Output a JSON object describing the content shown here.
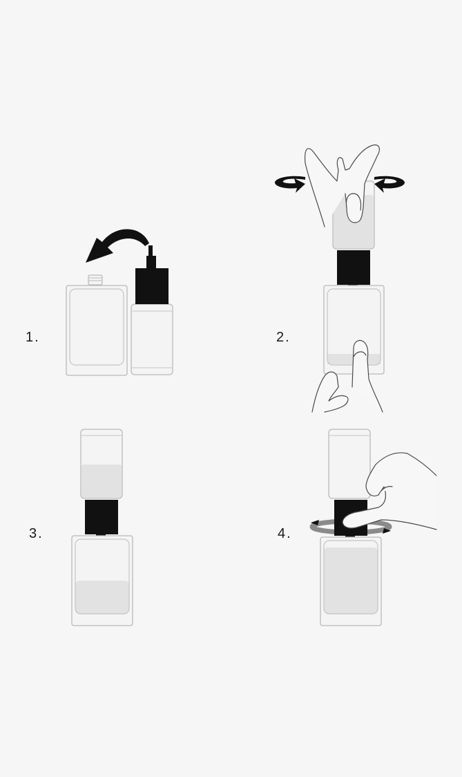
{
  "steps": [
    {
      "number": "1."
    },
    {
      "number": "2."
    },
    {
      "number": "3."
    },
    {
      "number": "4."
    }
  ],
  "colors": {
    "background": "#f6f6f6",
    "cap": "#111111",
    "glass_outline": "#b9b9b9",
    "liquid": "#e2e2e2",
    "hand_outline": "#4a4a4a"
  },
  "icons": [
    "curved-arrow-icon",
    "rotate-arrows-icon",
    "hand-icon",
    "bottle-icon",
    "refill-icon"
  ]
}
